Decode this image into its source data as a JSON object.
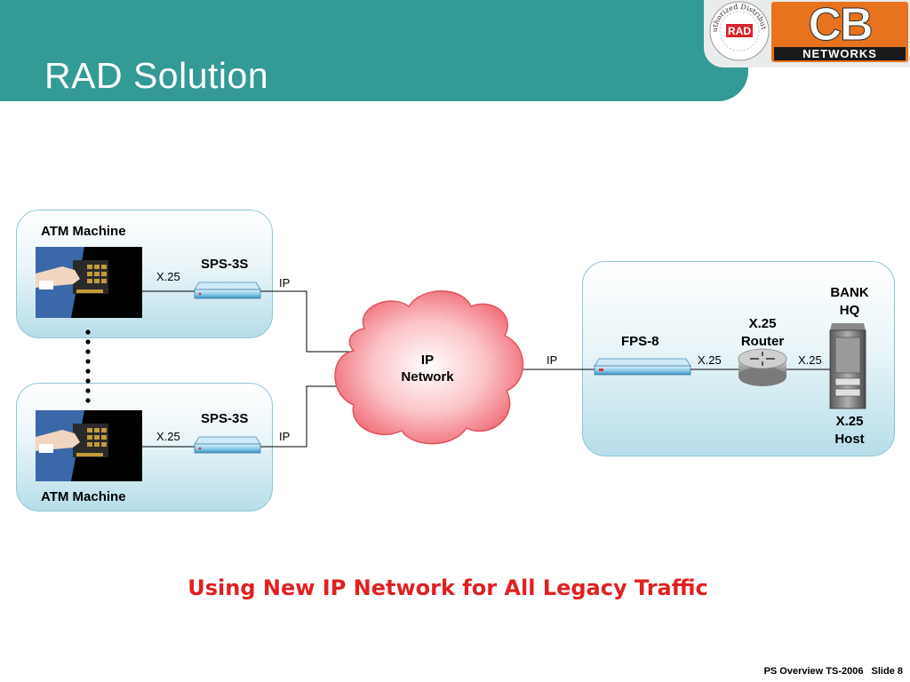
{
  "slide": {
    "title": "RAD Solution",
    "subtitle": "Using New IP Network for All Legacy Traffic",
    "footer_text": "PS Overview TS-2006",
    "slide_number": "Slide 8"
  },
  "logos": {
    "seal_text": "Authorized Distributor",
    "seal_brand": "RAD",
    "cb_letters": "CB",
    "cb_networks": "NETWORKS"
  },
  "diagram": {
    "atm_top": {
      "label": "ATM Machine",
      "device": "SPS-3S",
      "link_left": "X.25",
      "link_right": "IP"
    },
    "atm_bottom": {
      "label": "ATM Machine",
      "device": "SPS-3S",
      "link_left": "X.25",
      "link_right": "IP"
    },
    "cloud": {
      "line1": "IP",
      "line2": "Network"
    },
    "hq": {
      "ip_link": "IP",
      "fps_label": "FPS-8",
      "x25_link_1": "X.25",
      "router_line1": "X.25",
      "router_line2": "Router",
      "x25_link_2": "X.25",
      "bank_line1": "BANK",
      "bank_line2": "HQ",
      "host_line1": "X.25",
      "host_line2": "Host"
    }
  },
  "colors": {
    "header": "#339a96",
    "subtitle": "#e02020",
    "cb_orange": "#e8731e",
    "cloud": "#f58a92"
  }
}
